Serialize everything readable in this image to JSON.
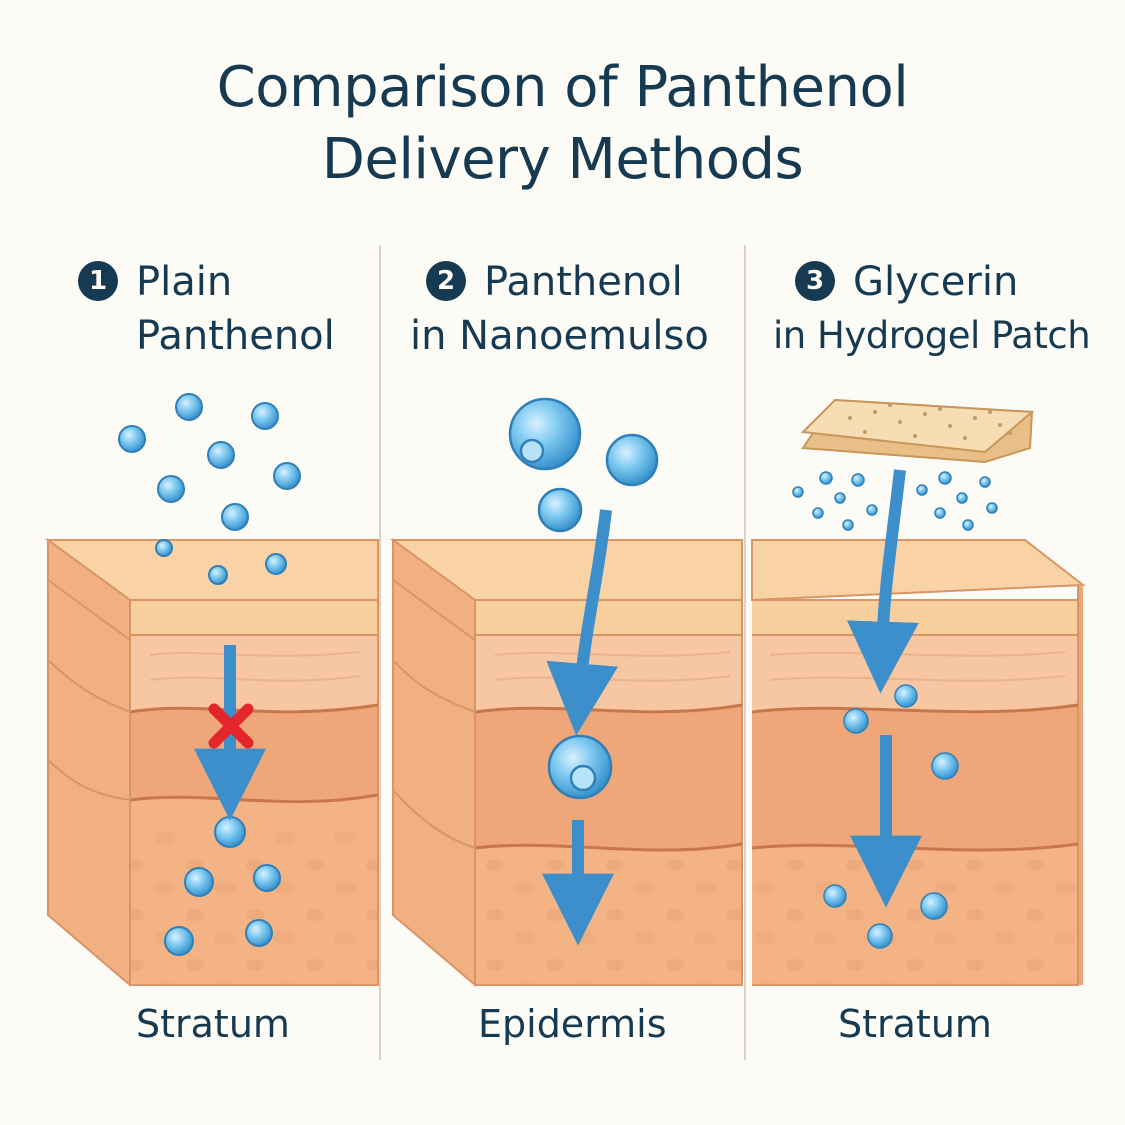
{
  "title": {
    "line1": "Comparison of Panthenol",
    "line2": "Delivery Methods"
  },
  "panels": [
    {
      "number": "1",
      "heading_line1": "Plain",
      "heading_line2": "Panthenol",
      "caption": "Stratum",
      "icons": [
        "droplet-icon",
        "blocked-x-icon",
        "arrow-down-icon"
      ]
    },
    {
      "number": "2",
      "heading_line1": "Panthenol",
      "heading_line2": "in Nanoemulso",
      "caption": "Epidermis",
      "icons": [
        "nanoemulsion-bubble-icon",
        "arrow-down-icon"
      ]
    },
    {
      "number": "3",
      "heading_line1": "Glycerin",
      "heading_line2": "in Hydrogel Patch",
      "caption": "Stratum",
      "icons": [
        "hydrogel-patch-icon",
        "droplet-icon",
        "arrow-down-icon"
      ]
    }
  ],
  "colors": {
    "title": "#163a52",
    "skin_top": "#f7cf9c",
    "skin_layer2": "#f6c7a0",
    "skin_layer3": "#eea274",
    "skin_layer4": "#f3b282",
    "droplet": "#6cc1ee",
    "arrow": "#3d8fcc",
    "blocked": "#e3262b",
    "patch": "#f2d3a4"
  }
}
